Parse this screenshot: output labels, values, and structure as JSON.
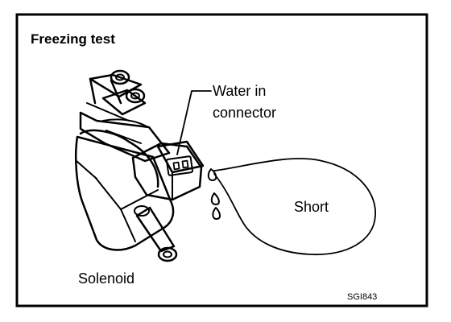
{
  "diagram": {
    "title": "Freezing test",
    "labels": {
      "water_line1": "Water in",
      "water_line2": "connector",
      "short": "Short",
      "solenoid": "Solenoid",
      "code": "SGI843"
    }
  }
}
